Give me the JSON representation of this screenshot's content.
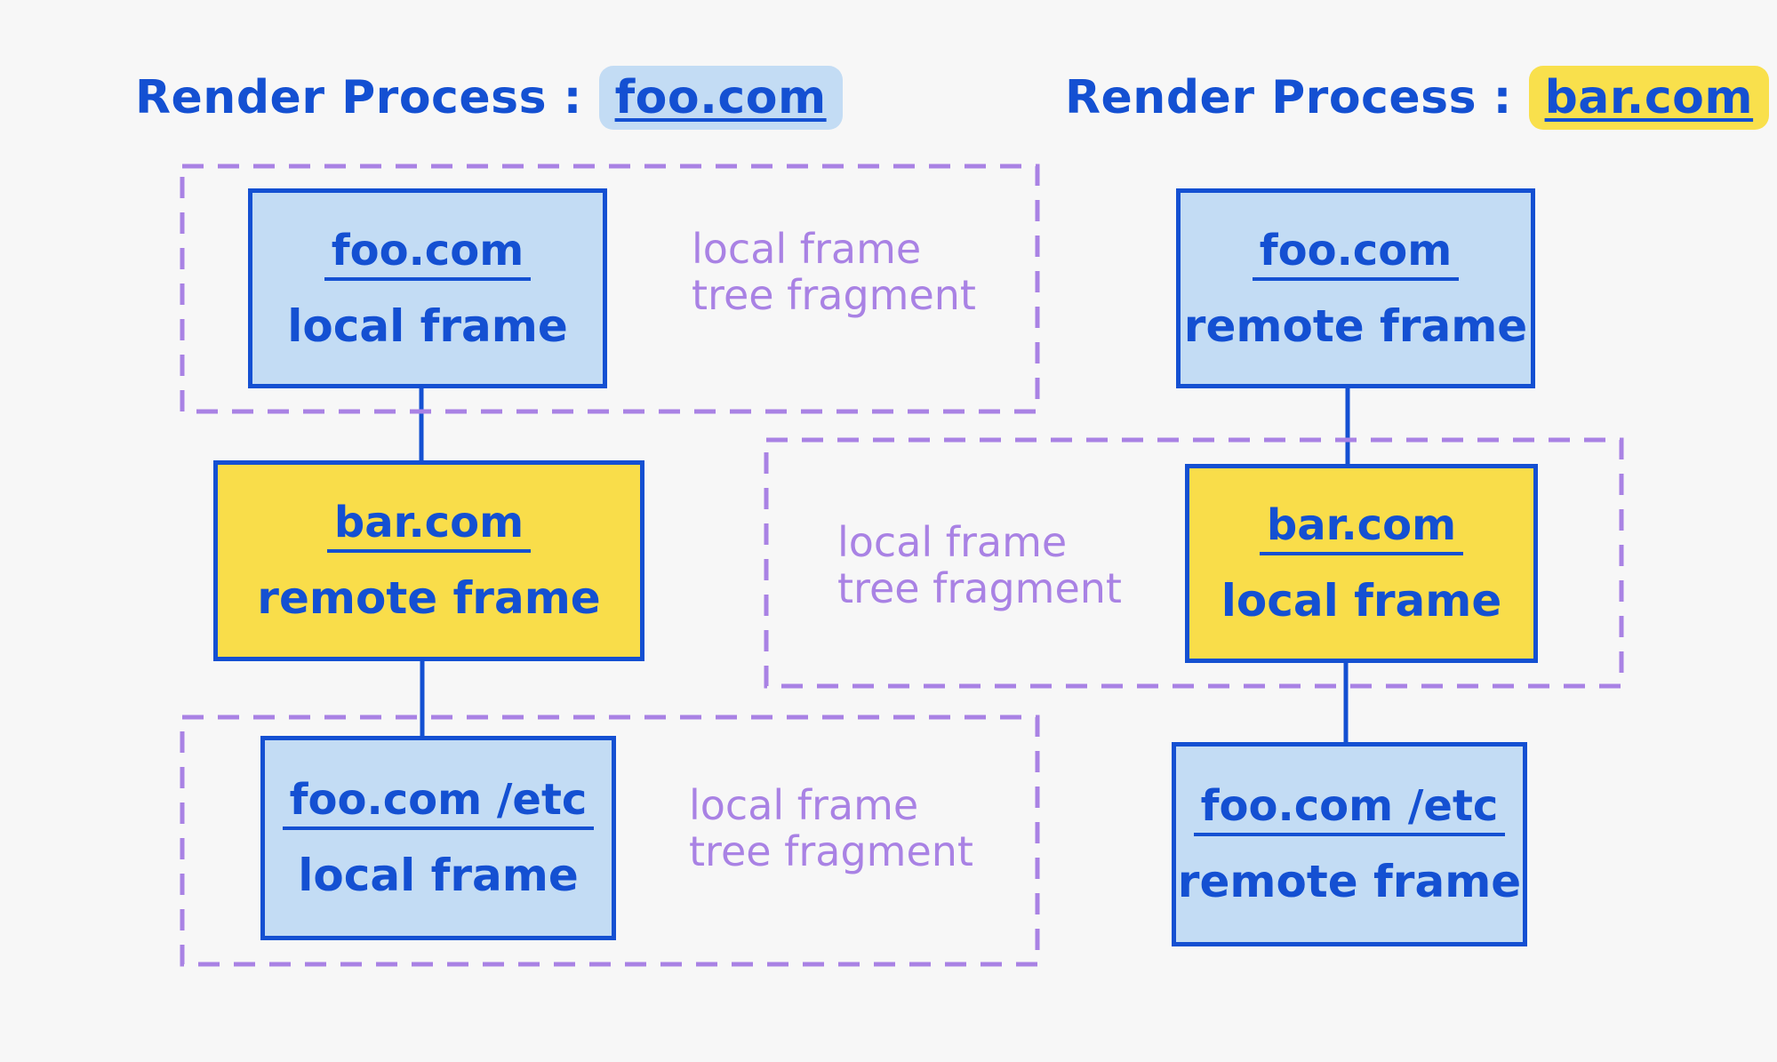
{
  "processes": [
    {
      "title_prefix": "Render Process :",
      "site": "foo.com",
      "highlight": "#c3dcf4",
      "frames": [
        {
          "origin": "foo.com",
          "kind": "local frame",
          "color": "#c3dcf4"
        },
        {
          "origin": "bar.com",
          "kind": "remote frame",
          "color": "#f9dd4a"
        },
        {
          "origin": "foo.com /etc",
          "kind": "local frame",
          "color": "#c3dcf4"
        }
      ],
      "fragments": [
        {
          "line1": "local frame",
          "line2": "tree fragment"
        },
        {
          "line1": "local frame",
          "line2": "tree fragment"
        }
      ]
    },
    {
      "title_prefix": "Render Process :",
      "site": "bar.com",
      "highlight": "#f9e04c",
      "frames": [
        {
          "origin": "foo.com",
          "kind": "remote frame",
          "color": "#c3dcf4"
        },
        {
          "origin": "bar.com",
          "kind": "local frame",
          "color": "#f9dd4a"
        },
        {
          "origin": "foo.com /etc",
          "kind": "remote frame",
          "color": "#c3dcf4"
        }
      ],
      "fragments": [
        {
          "line1": "local frame",
          "line2": "tree fragment"
        }
      ]
    }
  ],
  "colors": {
    "ink": "#1450d2",
    "fragment_border": "#a982e4",
    "background": "#f7f7f7"
  }
}
